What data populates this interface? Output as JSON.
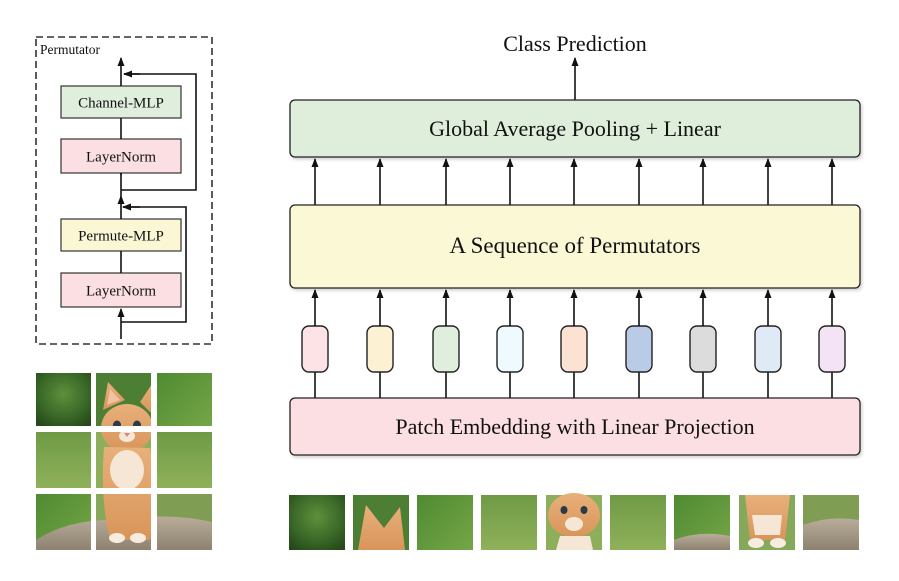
{
  "permutator_panel": {
    "title": "Permutator",
    "blocks": [
      {
        "label": "Channel-MLP",
        "color": "#dfeedd"
      },
      {
        "label": "LayerNorm",
        "color": "#fbdfe2"
      },
      {
        "label": "Permute-MLP",
        "color": "#fbf7d4"
      },
      {
        "label": "LayerNorm",
        "color": "#fbdfe2"
      }
    ]
  },
  "main": {
    "output_label": "Class Prediction",
    "pooling": {
      "label": "Global Average Pooling + Linear",
      "color": "#deeedb"
    },
    "sequence": {
      "label": "A Sequence of Permutators",
      "color": "#fbf8d6"
    },
    "embedding": {
      "label": "Patch Embedding with Linear Projection",
      "color": "#fbdfe2"
    },
    "token_colors": [
      "#fde3e5",
      "#fdf1d3",
      "#dfeedd",
      "#eefaff",
      "#fbe2d3",
      "#b9cbe6",
      "#dcdcdc",
      "#dfeaf6",
      "#f3e3f5"
    ]
  },
  "image": {
    "description_tiles": 9
  },
  "colors": {
    "stroke": "#222222",
    "dash": "#333333"
  }
}
